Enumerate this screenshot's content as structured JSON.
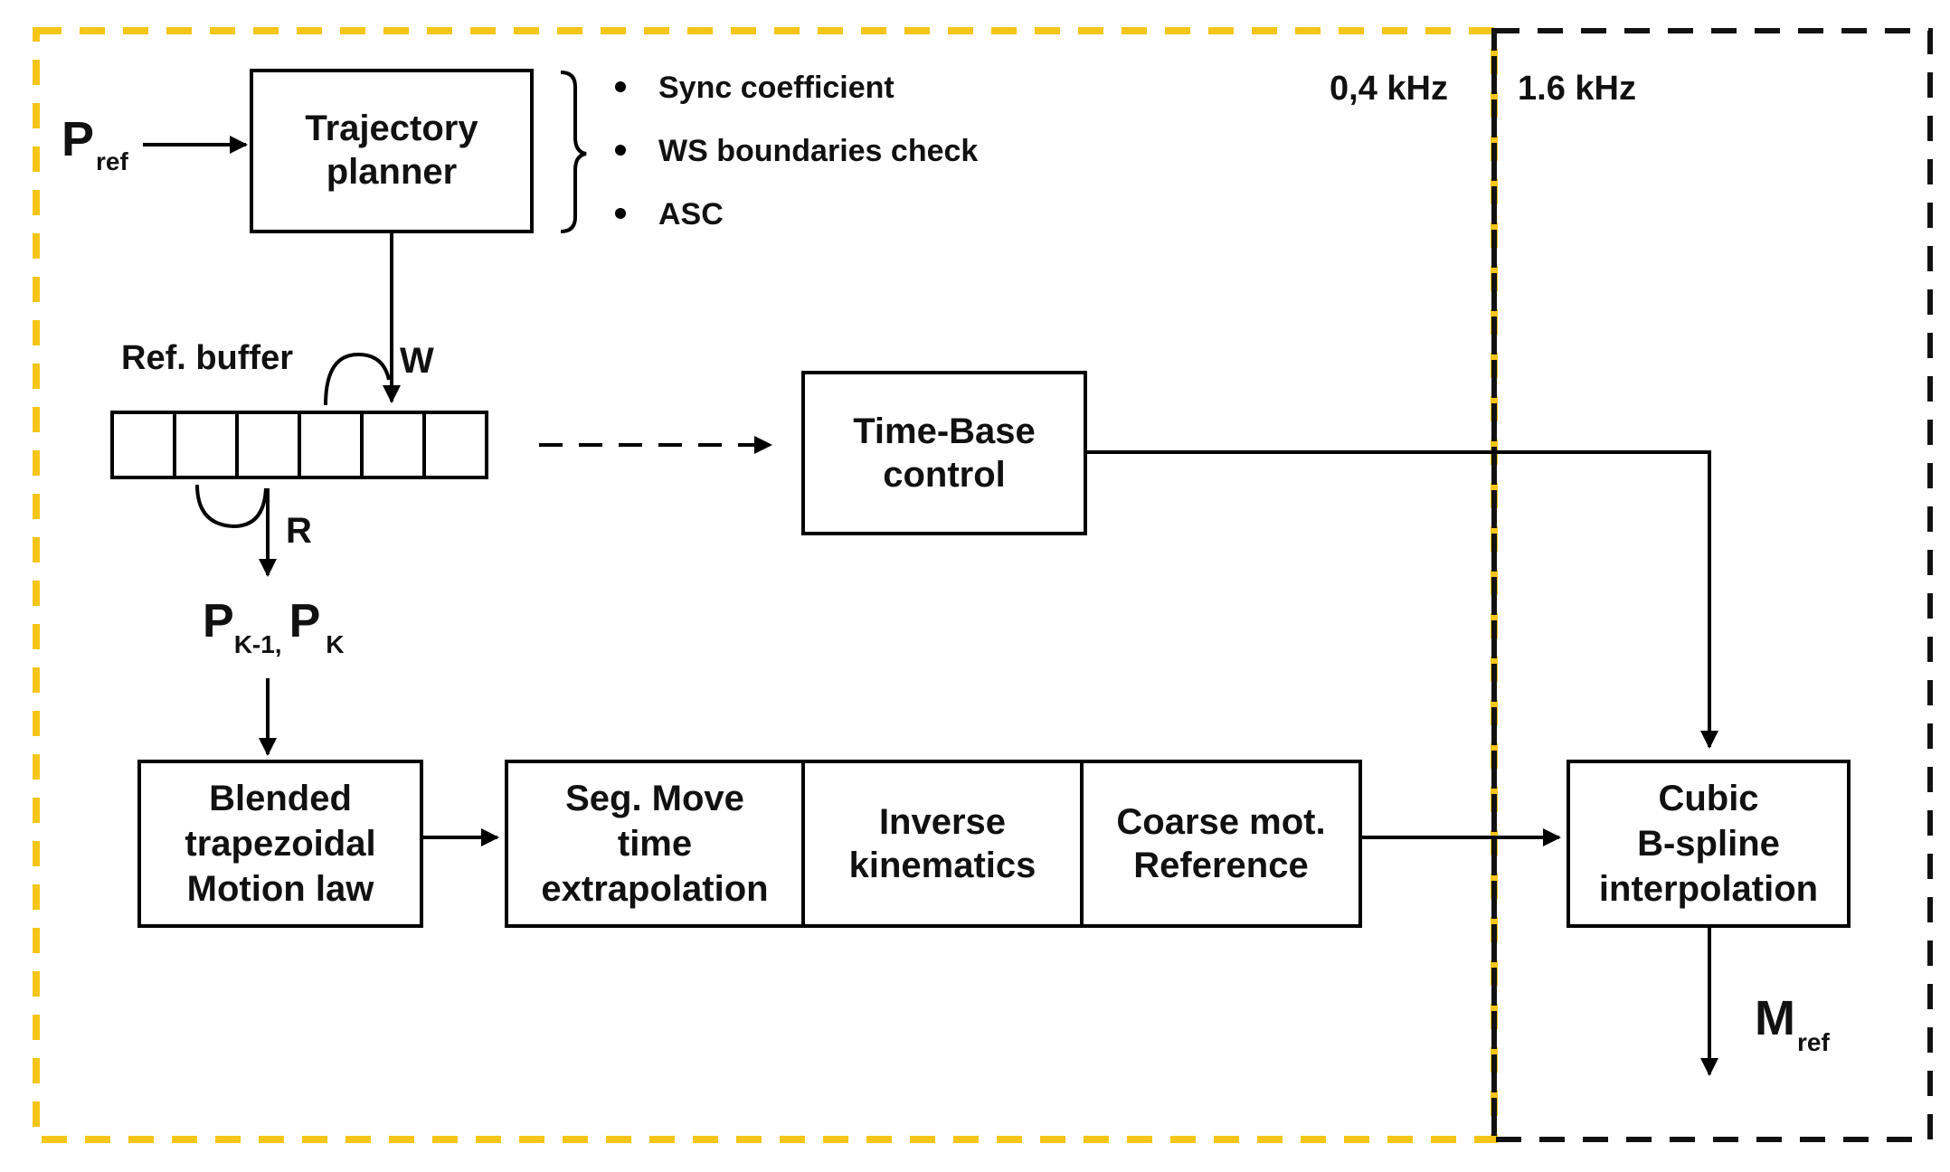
{
  "regions": {
    "slow_label": "0,4 kHz",
    "fast_label": "1.6 kHz",
    "slow_color": "#F5C518",
    "fast_color": "#111111"
  },
  "inputs": {
    "pref_main": "P",
    "pref_sub": "ref"
  },
  "planner": {
    "line1": "Trajectory",
    "line2": "planner",
    "bullets": [
      "Sync coefficient",
      "WS boundaries check",
      "ASC"
    ]
  },
  "buffer": {
    "label": "Ref. buffer",
    "write_label": "W",
    "read_label": "R",
    "cells": 6
  },
  "points": {
    "p1_main": "P",
    "p1_sub": "K-1,",
    "p2_main": "P",
    "p2_sub": "K"
  },
  "timebase": {
    "line1": "Time-Base",
    "line2": "control"
  },
  "blocks": {
    "blended": [
      "Blended",
      "trapezoidal",
      "Motion law"
    ],
    "segmove": [
      "Seg. Move",
      "time",
      "extrapolation"
    ],
    "inverse": [
      "Inverse",
      "kinematics"
    ],
    "coarse": [
      "Coarse mot.",
      "Reference"
    ],
    "cubic": [
      "Cubic",
      "B-spline",
      "interpolation"
    ]
  },
  "output": {
    "mref_main": "M",
    "mref_sub": "ref"
  }
}
